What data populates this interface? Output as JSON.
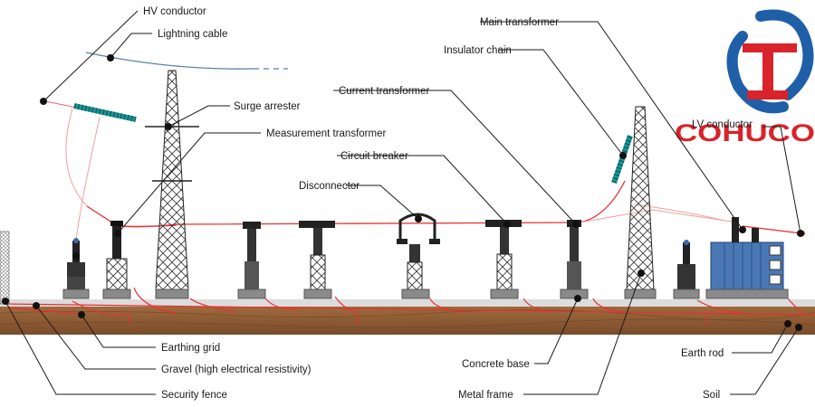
{
  "labels": {
    "hv_conductor": "HV conductor",
    "lightning_cable": "Lightning cable",
    "surge_arrester": "Surge arrester",
    "measurement_transformer": "Measurement transformer",
    "current_transformer": "Current transformer",
    "circuit_breaker": "Circuit breaker",
    "disconnector": "Disconnector",
    "main_transformer": "Main transformer",
    "insulator_chain": "Insulator chain",
    "lv_conductor": "LV conductor",
    "earthing_grid": "Earthing grid",
    "gravel": "Gravel (high electrical resistivity)",
    "security_fence": "Security fence",
    "concrete_base": "Concrete base",
    "metal_frame": "Metal frame",
    "earth_rod": "Earth rod",
    "soil": "Soil"
  },
  "logo": {
    "text": "COHUCO",
    "color_red": "#d8232a",
    "color_blue": "#1f5fa8"
  },
  "colors": {
    "soil": "#8a5a34",
    "gravel": "#d8d8d8",
    "conductor": "#e83030",
    "cable": "#5b7fa8",
    "insulator": "#1e9a9a",
    "equipment": "#222222",
    "transformer": "#4a78b5"
  }
}
